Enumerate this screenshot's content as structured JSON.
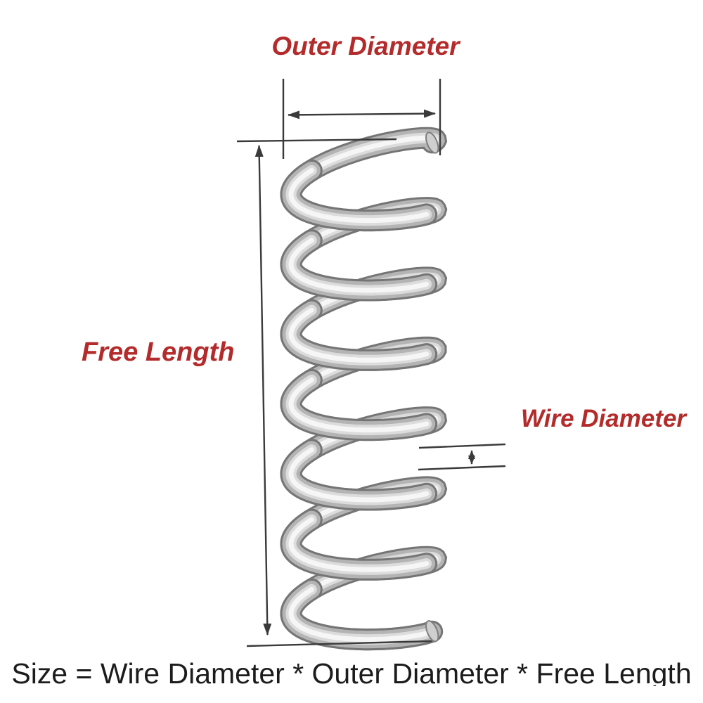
{
  "labels": {
    "outer_diameter": "Outer Diameter",
    "free_length": "Free Length",
    "wire_diameter": "Wire Diameter"
  },
  "formula": "Size = Wire Diameter * Outer Diameter * Free Length",
  "colors": {
    "background": "#ffffff",
    "label_red": "#b32b2b",
    "line_dark": "#3a3a3a",
    "formula_black": "#1c1c1c",
    "spring_edge": "#757575",
    "spring_mid": "#b4b4b4",
    "spring_light": "#dcdcdc",
    "spring_highlight": "#f6f6f6"
  }
}
